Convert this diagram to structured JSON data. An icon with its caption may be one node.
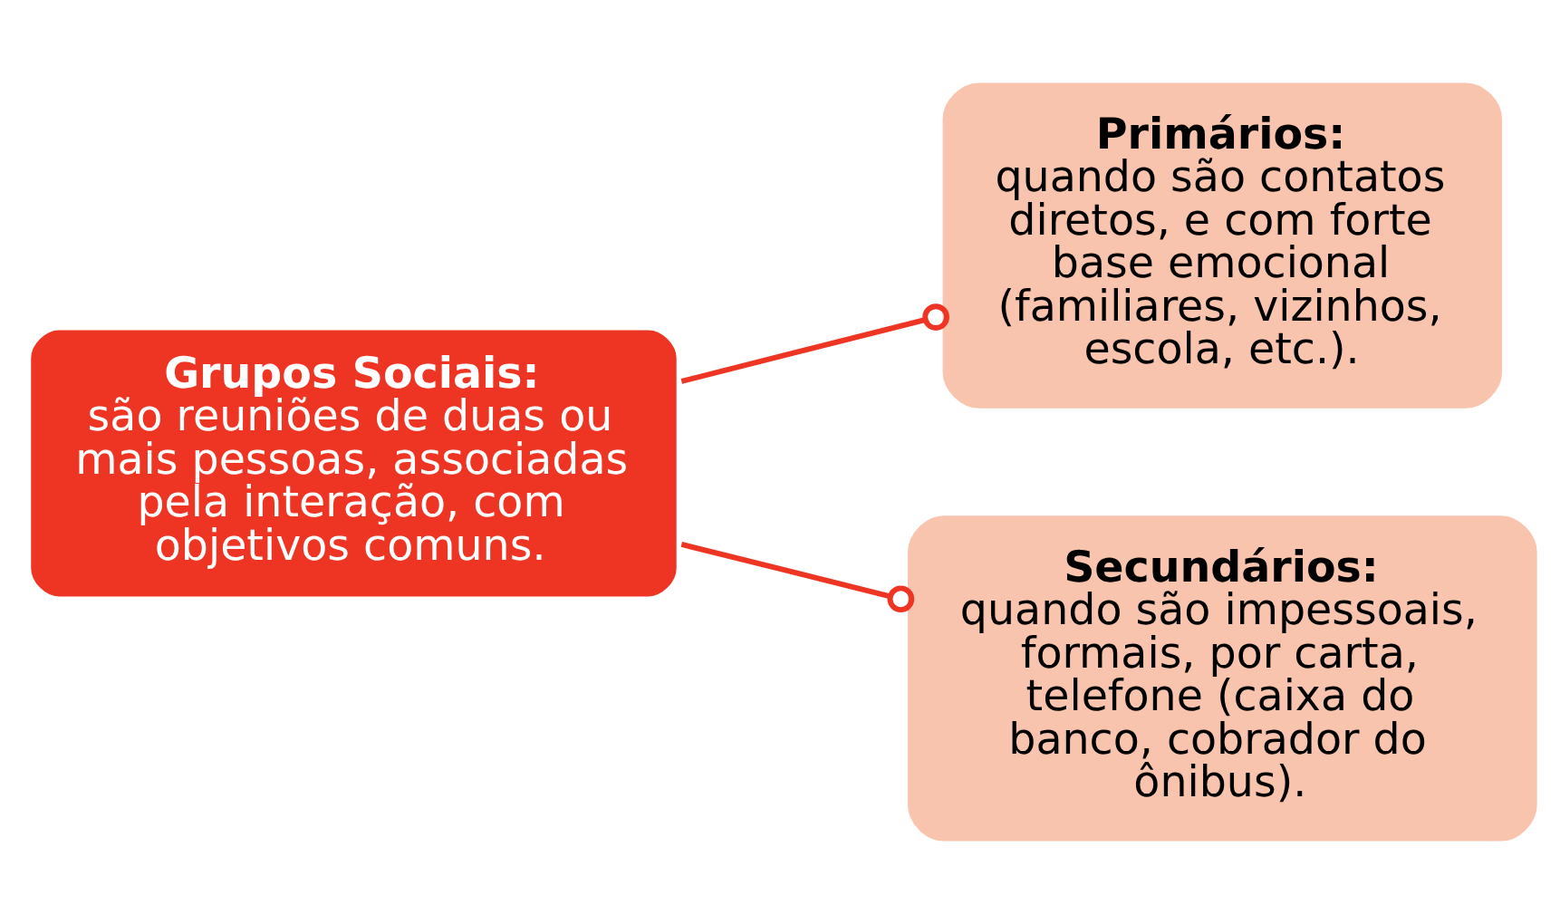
{
  "diagram": {
    "nodes": [
      {
        "text": [
          "Grupos Sociais:",
          "são reuniões de duas ou mais pessoas, associadas pela interação, com objetivos comuns."
        ]
      },
      {
        "text": [
          "Primários:",
          "quando são contatos diretos, e com forte base emocional (familiares, vizinhos, escola, etc.)."
        ]
      },
      {
        "text": [
          "Secundários:",
          "quando são impessoais, formais, por carta, telefone (caixa do banco, cobrador do ônibus)."
        ]
      }
    ],
    "edges": [
      {
        "from": 0,
        "to": 1,
        "arrow": "other"
      },
      {
        "from": 0,
        "to": 2,
        "arrow": "other"
      }
    ]
  }
}
